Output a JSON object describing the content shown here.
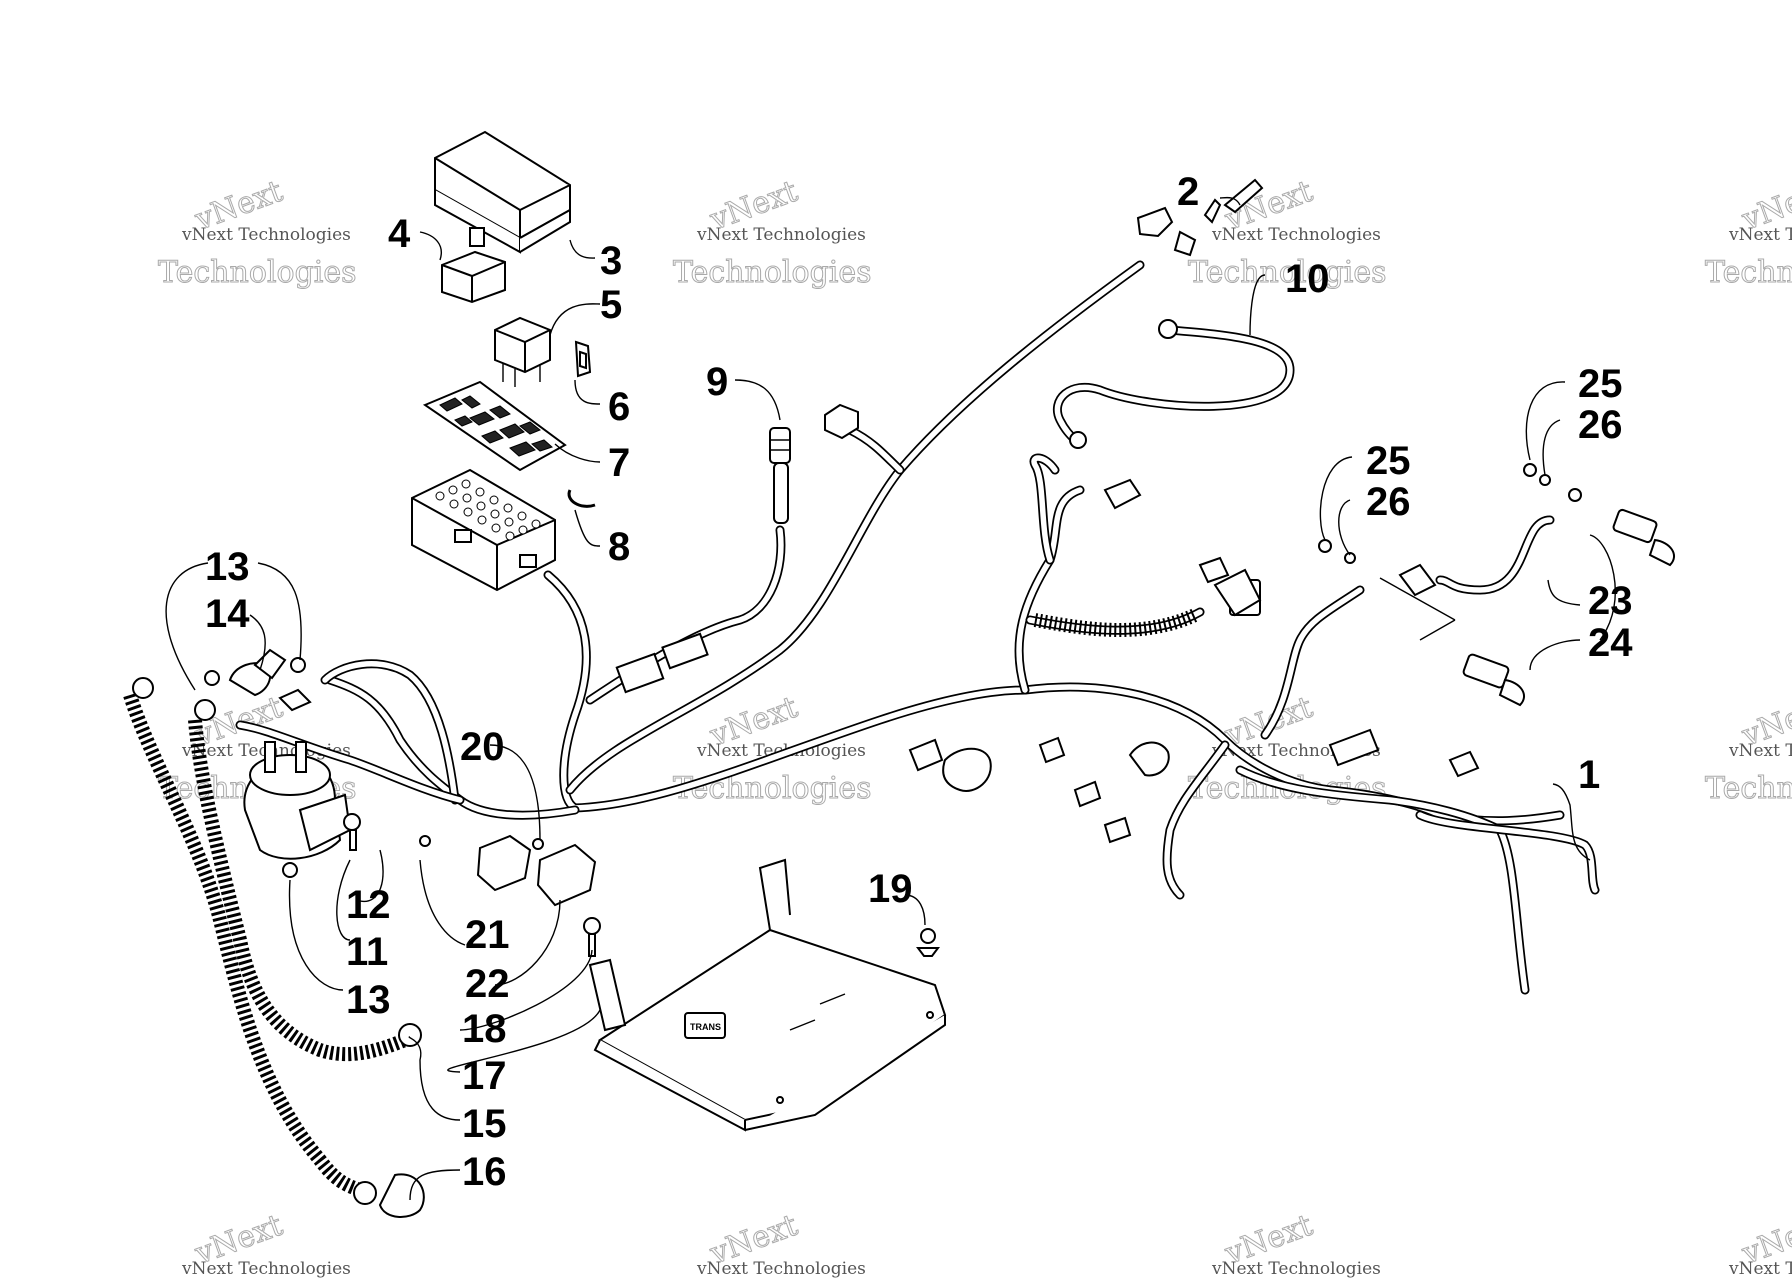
{
  "watermark": {
    "line1": "vNext Technologies",
    "line2": "Technologies",
    "line3": "vNext"
  },
  "callouts": {
    "c1": "1",
    "c2": "2",
    "c3": "3",
    "c4": "4",
    "c5": "5",
    "c6": "6",
    "c7": "7",
    "c8": "8",
    "c9": "9",
    "c10": "10",
    "c11": "11",
    "c12": "12",
    "c13a": "13",
    "c13b": "13",
    "c13c": "13",
    "c14": "14",
    "c15": "15",
    "c16": "16",
    "c17": "17",
    "c18": "18",
    "c19": "19",
    "c20": "20",
    "c21": "21",
    "c22": "22",
    "c23": "23",
    "c24": "24",
    "c25a": "25",
    "c25b": "25",
    "c26a": "26",
    "c26b": "26"
  },
  "plate_label": "TRANS",
  "colors": {
    "ink": "#000000",
    "paper": "#ffffff",
    "watermark": "#555555"
  }
}
